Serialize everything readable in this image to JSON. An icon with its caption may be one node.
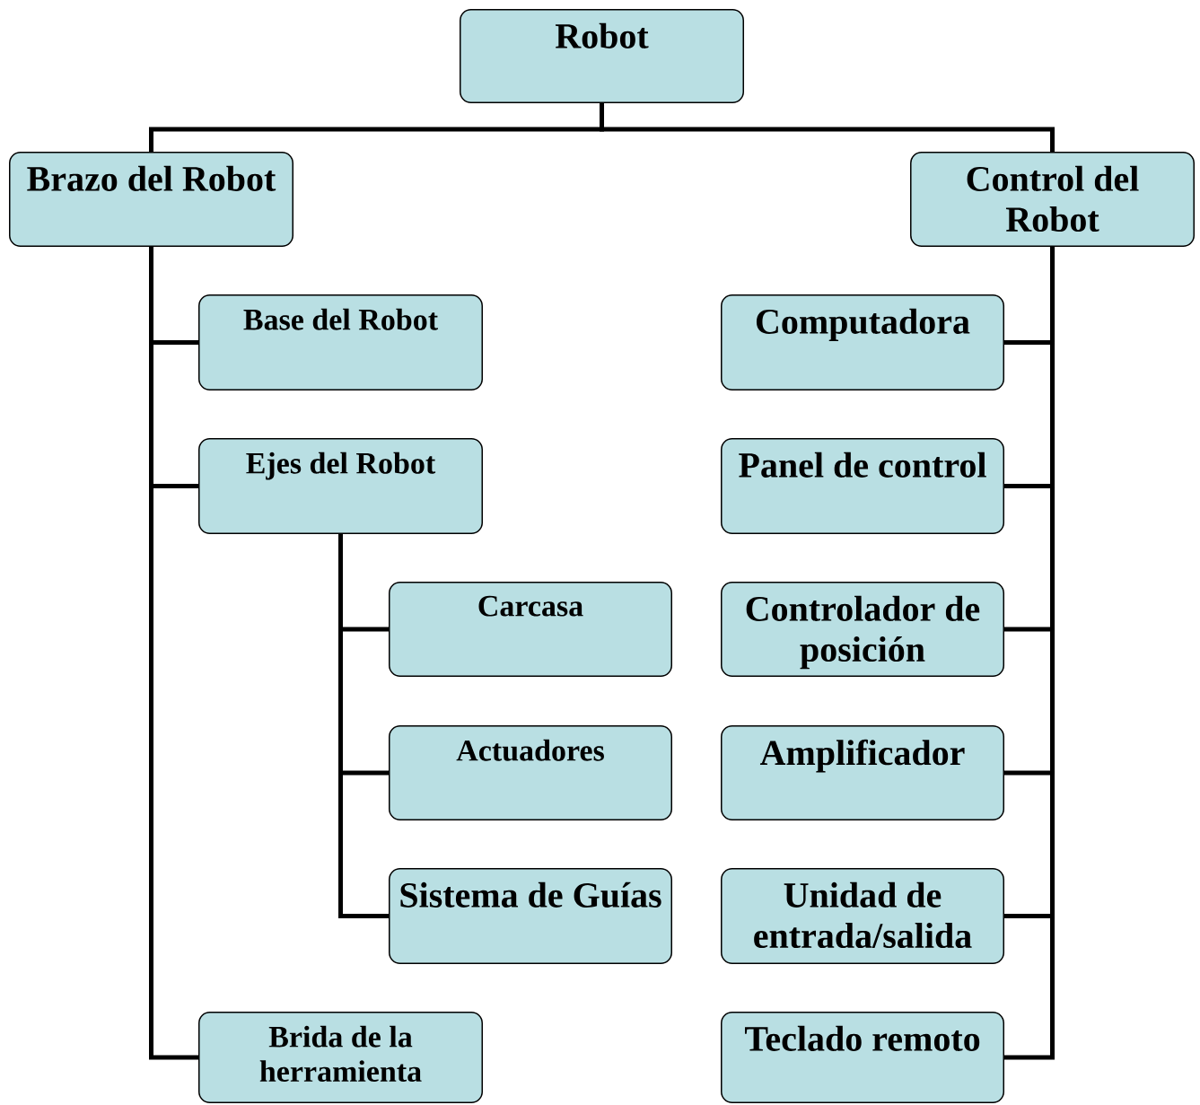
{
  "diagram": {
    "nodes": [
      {
        "text": [
          "Robot"
        ]
      },
      {
        "text": [
          "Brazo del Robot"
        ]
      },
      {
        "text": [
          "Control del Robot"
        ]
      },
      {
        "text": [
          "Base del Robot"
        ]
      },
      {
        "text": [
          "Ejes del Robot"
        ]
      },
      {
        "text": [
          "Carcasa"
        ]
      },
      {
        "text": [
          "Actuadores"
        ]
      },
      {
        "text": [
          "Sistema de Guías"
        ]
      },
      {
        "text": [
          "Brida de la herramienta"
        ]
      },
      {
        "text": [
          "Computadora"
        ]
      },
      {
        "text": [
          "Panel de control"
        ]
      },
      {
        "text": [
          "Controlador de posición"
        ]
      },
      {
        "text": [
          "Amplificador"
        ]
      },
      {
        "text": [
          "Unidad de entrada/salida"
        ]
      },
      {
        "text": [
          "Teclado remoto"
        ]
      }
    ],
    "edges": [
      {
        "from": 0,
        "to": 1,
        "arrow": "none"
      },
      {
        "from": 0,
        "to": 2,
        "arrow": "none"
      },
      {
        "from": 1,
        "to": 3,
        "arrow": "none"
      },
      {
        "from": 1,
        "to": 4,
        "arrow": "none"
      },
      {
        "from": 4,
        "to": 5,
        "arrow": "none"
      },
      {
        "from": 4,
        "to": 6,
        "arrow": "none"
      },
      {
        "from": 4,
        "to": 7,
        "arrow": "none"
      },
      {
        "from": 1,
        "to": 8,
        "arrow": "none"
      },
      {
        "from": 2,
        "to": 9,
        "arrow": "none"
      },
      {
        "from": 2,
        "to": 10,
        "arrow": "none"
      },
      {
        "from": 2,
        "to": 11,
        "arrow": "none"
      },
      {
        "from": 2,
        "to": 12,
        "arrow": "none"
      },
      {
        "from": 2,
        "to": 13,
        "arrow": "none"
      },
      {
        "from": 2,
        "to": 14,
        "arrow": "none"
      }
    ]
  }
}
